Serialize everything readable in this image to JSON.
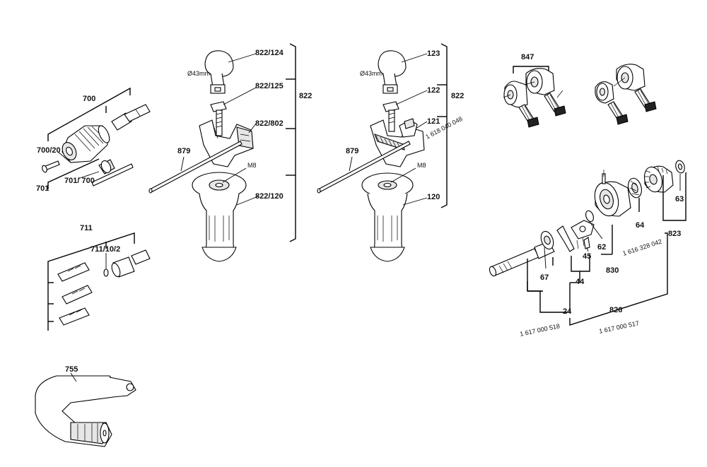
{
  "labels": {
    "l700": "700",
    "l700_20": "700/20",
    "l701": "701",
    "l701_700": "701/ 700",
    "l711": "711",
    "l711_10_2": "711/10/2",
    "l755": "755",
    "l822_124": "822/124",
    "l822_125": "822/125",
    "l822_802": "822/802",
    "l822_120": "822/120",
    "l822_a": "822",
    "l879_a": "879",
    "m8_a": "M8",
    "d43_a": "Ø43mm",
    "l123": "123",
    "l122": "122",
    "l121": "121",
    "l120": "120",
    "l822_b": "822",
    "l879_b": "879",
    "m8_b": "M8",
    "d43_b": "Ø43mm",
    "p1618040048": "1 618 040 048",
    "l847": "847",
    "l63": "63",
    "l64": "64",
    "l62": "62",
    "l45": "45",
    "l67": "67",
    "l44": "44",
    "l830": "830",
    "l823": "823",
    "p1616328042": "1 616 328 042",
    "l826": "826",
    "l24": "24",
    "p1617000518": "1 617 000 518",
    "p1617000517": "1 617 000 517"
  }
}
